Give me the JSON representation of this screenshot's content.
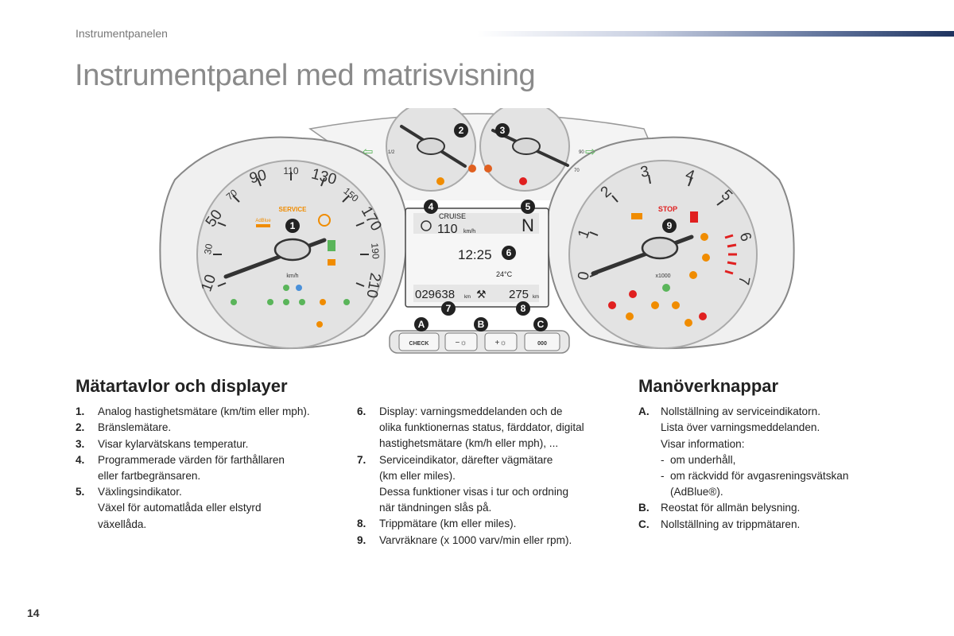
{
  "header": {
    "section": "Instrumentpanelen",
    "title": "Instrumentpanel med matrisvisning"
  },
  "cluster": {
    "speedo_ticks": [
      "10",
      "30",
      "50",
      "70",
      "90",
      "110",
      "130",
      "150",
      "170",
      "190",
      "210"
    ],
    "speedo_unit": "km/h",
    "service_label": "SERVICE",
    "adblue_label": "AdBlue",
    "fuel_labels": [
      "1/2"
    ],
    "temp_labels": [
      "90",
      "70"
    ],
    "tacho_ticks": [
      "0",
      "1",
      "2",
      "3",
      "4",
      "5",
      "6",
      "7"
    ],
    "tacho_unit": "x1000",
    "stop_label": "STOP",
    "display": {
      "cruise": "CRUISE",
      "speed": "110",
      "speed_unit": "km/h",
      "gear": "N",
      "clock": "12:25",
      "temp": "24°C",
      "odometer": "029638",
      "odometer_unit": "km",
      "trip": "275",
      "trip_unit": "km"
    },
    "callouts": [
      "1",
      "2",
      "3",
      "4",
      "5",
      "6",
      "7",
      "8",
      "9"
    ],
    "button_callouts": [
      "A",
      "B",
      "C"
    ],
    "buttons": {
      "check": "CHECK",
      "dim_minus": "−☼",
      "dim_plus": "+☼",
      "reset": "000"
    }
  },
  "left_section": {
    "heading": "Mätartavlor och displayer",
    "items_a": [
      {
        "num": "1.",
        "lines": [
          "Analog hastighetsmätare (km/tim eller mph)."
        ]
      },
      {
        "num": "2.",
        "lines": [
          "Bränslemätare."
        ]
      },
      {
        "num": "3.",
        "lines": [
          "Visar kylarvätskans temperatur."
        ]
      },
      {
        "num": "4.",
        "lines": [
          "Programmerade värden för farthållaren",
          "eller fartbegränsaren."
        ]
      },
      {
        "num": "5.",
        "lines": [
          "Växlingsindikator.",
          "Växel för automatlåda eller elstyrd",
          "växellåda."
        ]
      }
    ],
    "items_b": [
      {
        "num": "6.",
        "lines": [
          "Display: varningsmeddelanden och de",
          "olika funktionernas status, färddator, digital",
          "hastighetsmätare (km/h eller mph), ..."
        ]
      },
      {
        "num": "7.",
        "lines": [
          "Serviceindikator, därefter vägmätare",
          "(km eller miles).",
          "Dessa funktioner visas i tur och ordning",
          "när tändningen slås på."
        ]
      },
      {
        "num": "8.",
        "lines": [
          "Trippmätare (km eller miles)."
        ]
      },
      {
        "num": "9.",
        "lines": [
          "Varvräknare (x 1000 varv/min eller rpm)."
        ]
      }
    ]
  },
  "right_section": {
    "heading": "Manöverknappar",
    "a_num": "A.",
    "a_lines": [
      "Nollställning av serviceindikatorn.",
      "Lista över varningsmeddelanden.",
      "Visar information:"
    ],
    "a_subs": [
      "om underhåll,",
      "om räckvidd för avgasreningsvätskan"
    ],
    "a_sub_cont": "(AdBlue®).",
    "b_num": "B.",
    "b_text": "Reostat för allmän belysning.",
    "c_num": "C.",
    "c_text": "Nollställning av trippmätaren."
  },
  "footer": {
    "page_number": "14"
  }
}
